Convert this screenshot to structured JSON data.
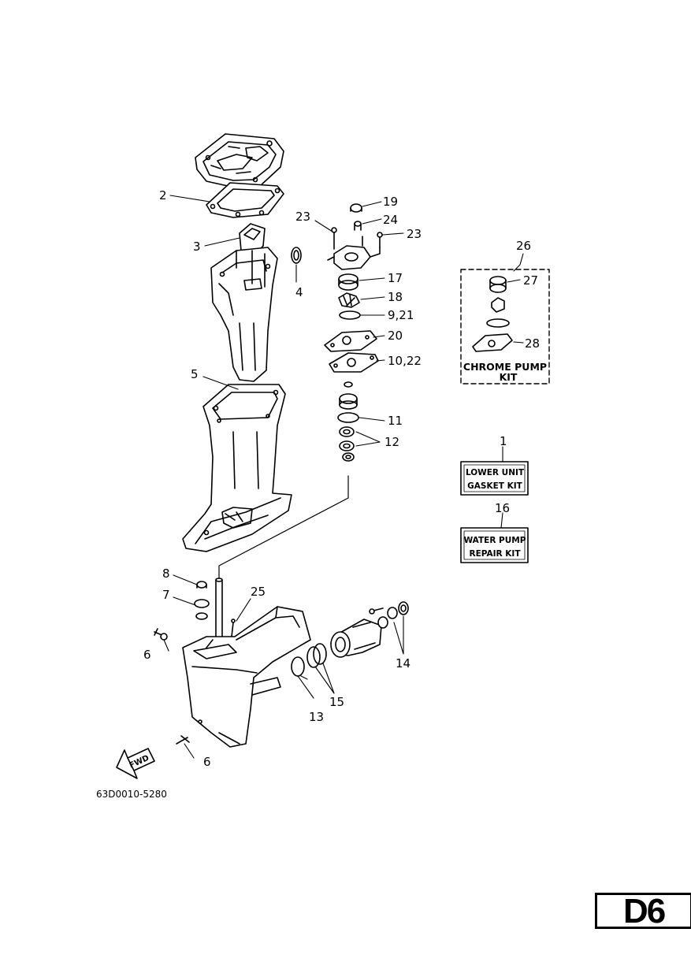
{
  "diagram": {
    "callouts": [
      "2",
      "3",
      "4",
      "5",
      "6",
      "6",
      "7",
      "8",
      "9,21",
      "10,22",
      "11",
      "12",
      "13",
      "14",
      "15",
      "17",
      "18",
      "19",
      "20",
      "23",
      "23",
      "24",
      "25",
      "26",
      "27",
      "28",
      "1",
      "16"
    ],
    "kits": {
      "chrome_pump": {
        "number": "26",
        "line1": "CHROME PUMP",
        "line2": "KIT"
      },
      "lower_unit": {
        "number": "1",
        "line1": "LOWER UNIT",
        "line2": "GASKET KIT"
      },
      "water_pump": {
        "number": "16",
        "line1": "WATER PUMP",
        "line2": "REPAIR KIT"
      }
    },
    "fwd_label": "FWD",
    "part_number": "63D0010-5280"
  },
  "page_badge": "D6",
  "colors": {
    "ink": "#000000",
    "paper": "#ffffff"
  }
}
